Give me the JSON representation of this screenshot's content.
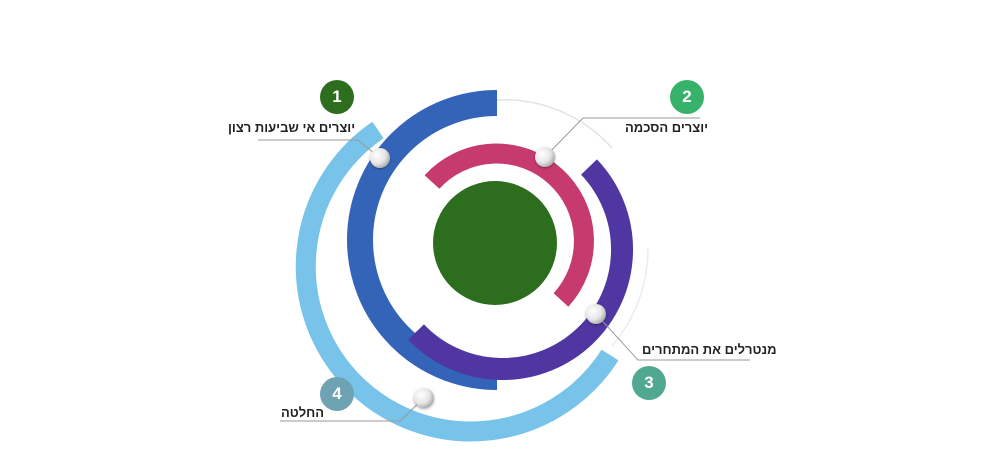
{
  "diagram": {
    "center_color": "#2d6e1e",
    "steps": [
      {
        "number": "1",
        "label": "יוצרים אי שביעות רצון",
        "badge_color": "#2d6e1e"
      },
      {
        "number": "2",
        "label": "יוצרים הסכמה",
        "badge_color": "#36b26a"
      },
      {
        "number": "3",
        "label": "מנטרלים את המתחרים",
        "badge_color": "#4fa88f"
      },
      {
        "number": "4",
        "label": "החלטה",
        "badge_color": "#6ea3b3"
      }
    ],
    "ring_colors": {
      "light_blue": "#77c3ea",
      "blue": "#3464b8",
      "purple": "#4f36a0",
      "pink": "#c63a6e"
    }
  }
}
